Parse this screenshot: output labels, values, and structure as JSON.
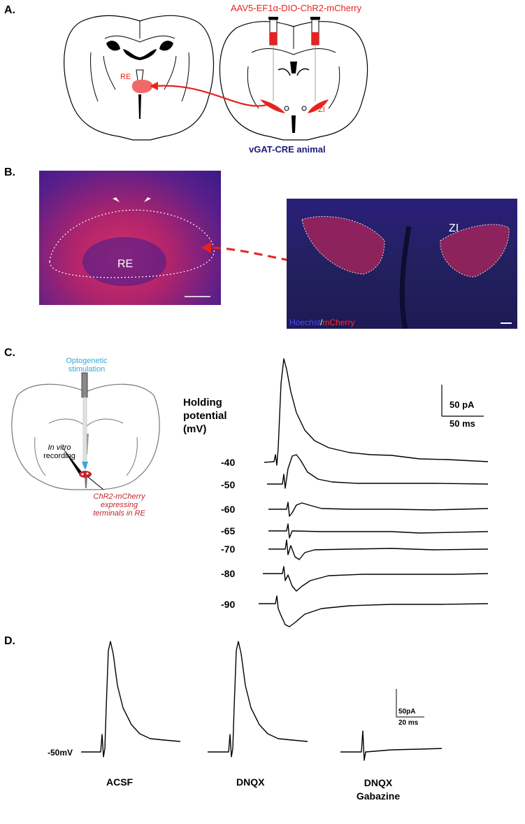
{
  "panels": {
    "a": {
      "label": "A.",
      "virus": "AAV5-EF1α-DIO-ChR2-mCherry",
      "region_re": "RE",
      "region_zi": "ZI",
      "animal": "vGAT-CRE animal"
    },
    "b": {
      "label": "B.",
      "region_re": "RE",
      "region_zi": "ZI",
      "stain_hoechst": "Hoechst",
      "stain_sep": "/",
      "stain_mcherry": "mCherry"
    },
    "c": {
      "label": "C.",
      "stim": [
        "Optogenetic",
        "stimulation"
      ],
      "invitro_italic": "In vitro",
      "recording": "recording",
      "terminals": [
        "ChR2-mCherry",
        "expressing",
        "terminals in RE"
      ],
      "holding": [
        "Holding",
        "potential",
        "(mV)"
      ],
      "scale_y": "50 pA",
      "scale_x": "50 ms",
      "holding_values": [
        "-40",
        "-50",
        "-60",
        "-65",
        "-70",
        "-80",
        "-90"
      ]
    },
    "d": {
      "label": "D.",
      "holding": "-50mV",
      "scale_y": "50pA",
      "scale_x": "20 ms",
      "conditions": [
        "ACSF",
        "DNQX",
        "DNQX",
        "Gabazine"
      ]
    }
  },
  "colors": {
    "virus_red": "#e8231f",
    "animal_navy": "#1b1b7a",
    "stim_cyan": "#35a9d9",
    "terminals_red": "#c0272d"
  }
}
